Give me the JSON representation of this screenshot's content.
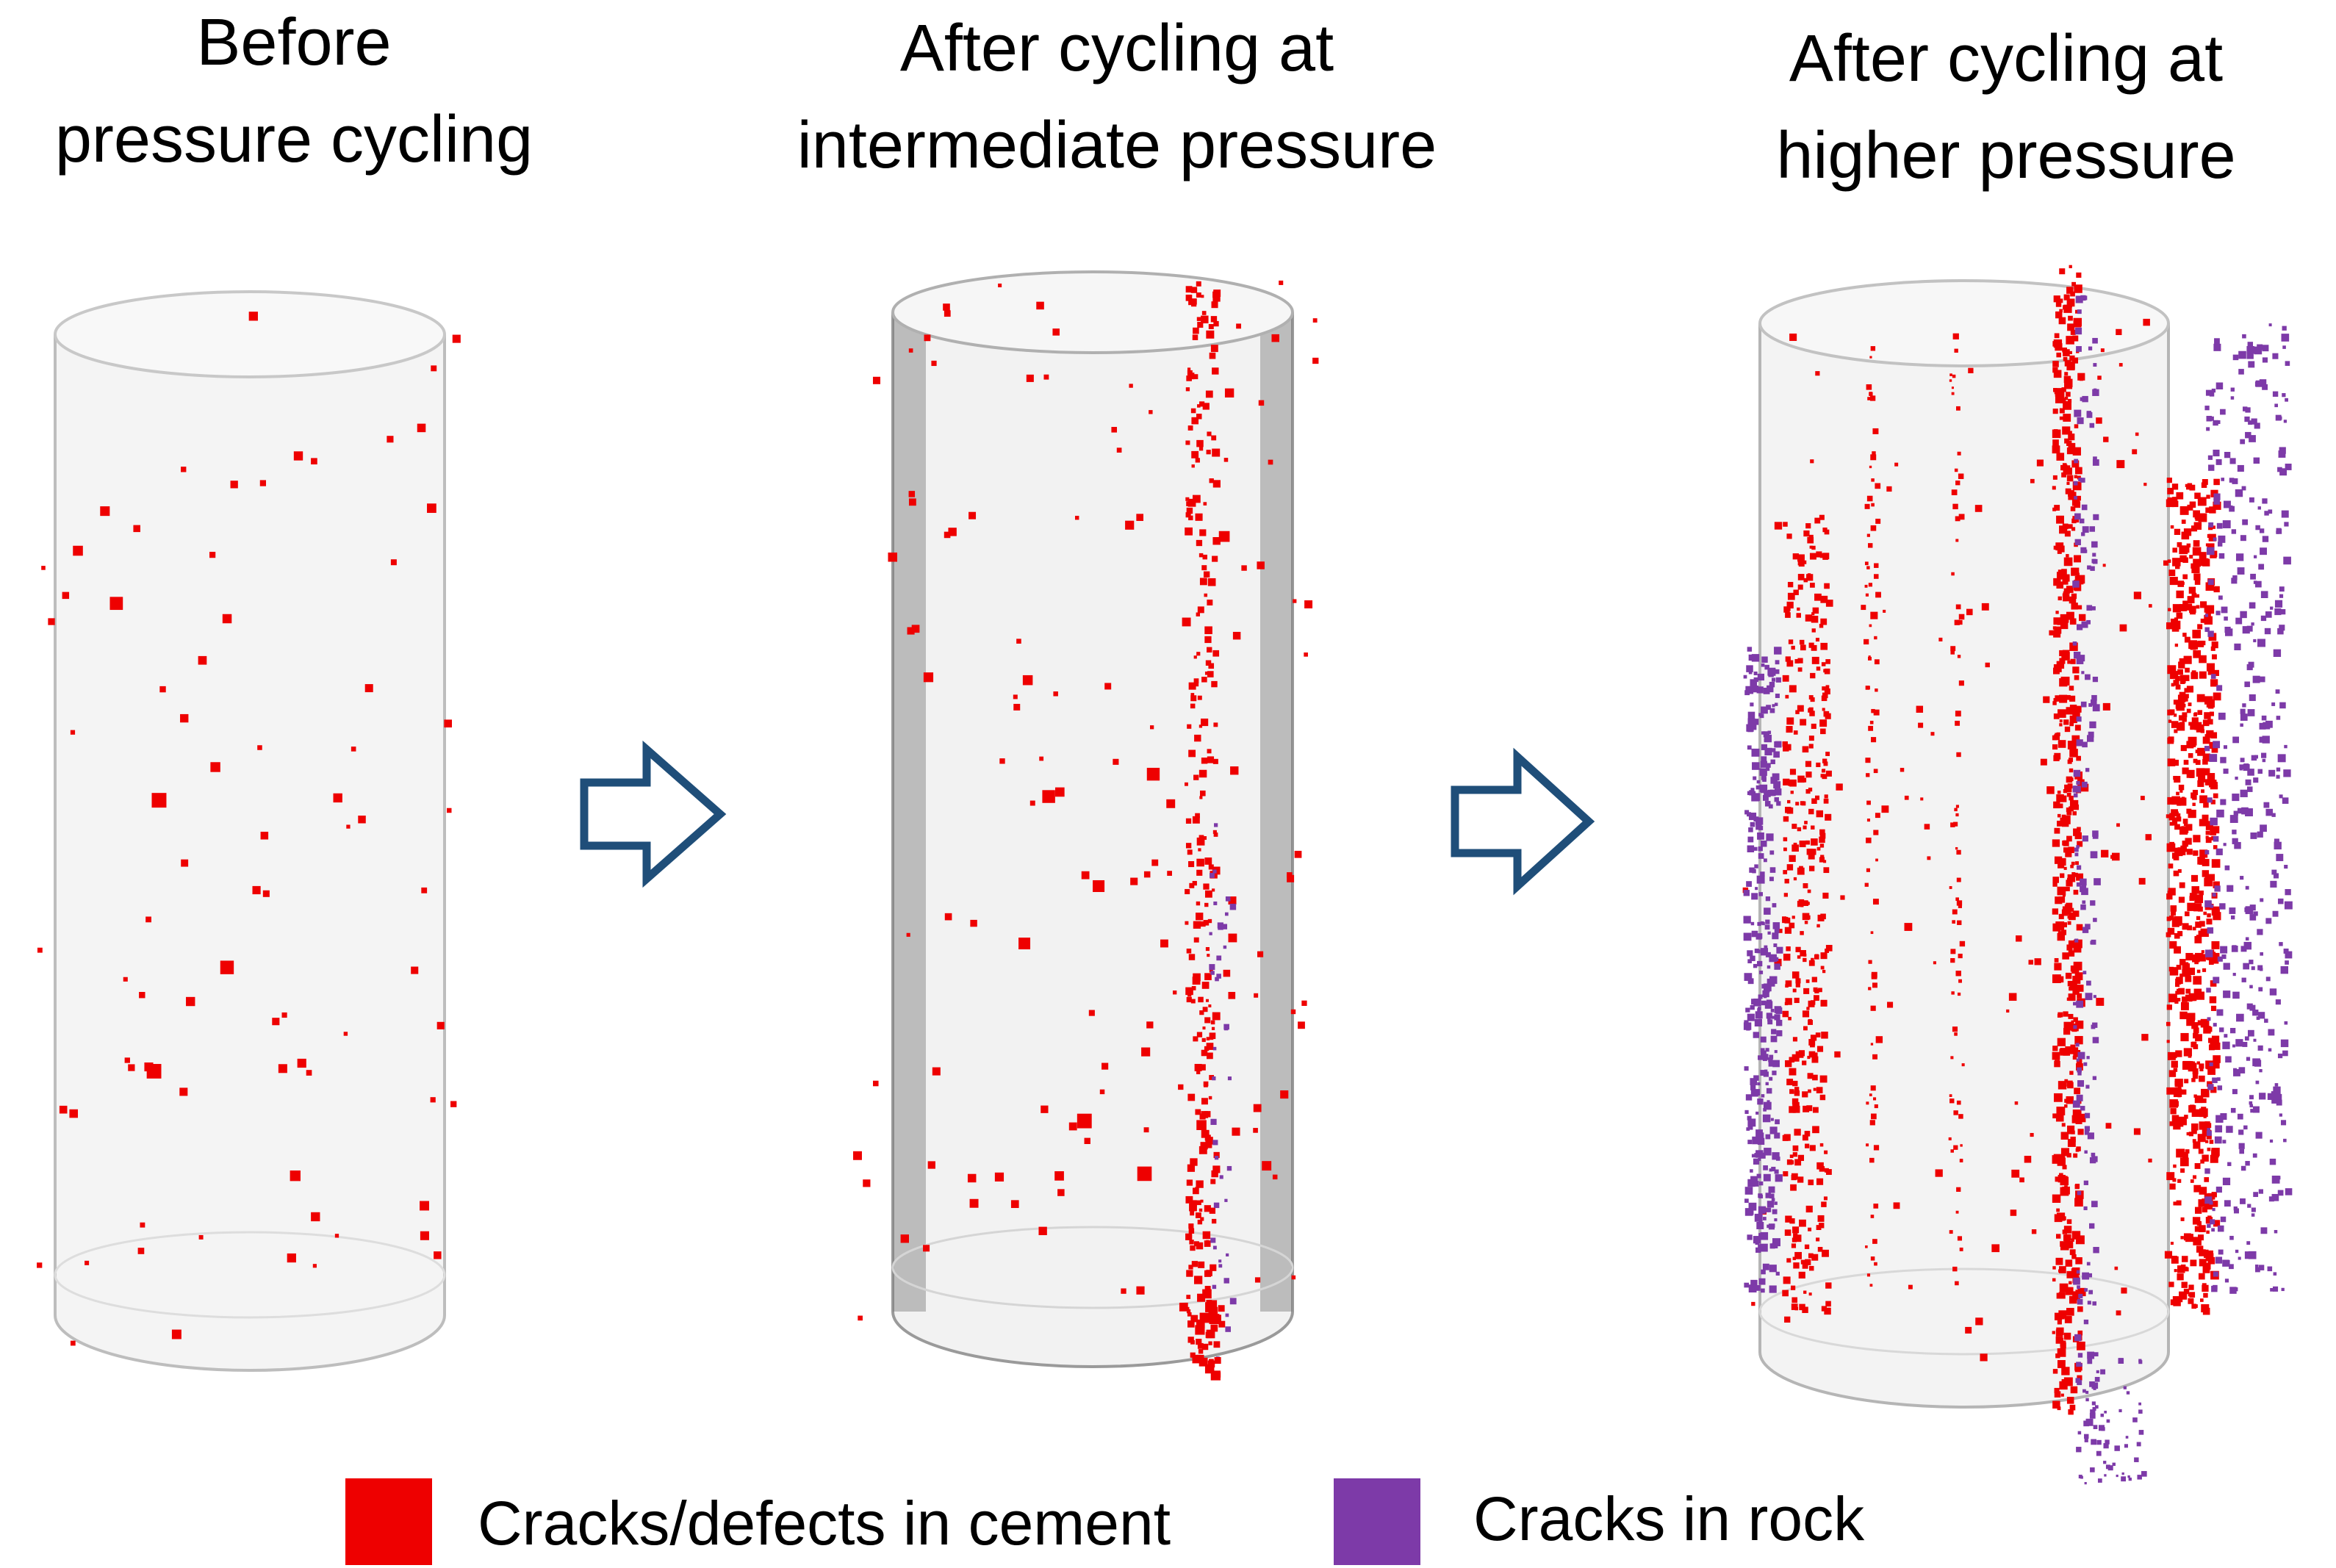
{
  "titles": {
    "before": [
      "Before",
      "pressure cycling"
    ],
    "intermediate": [
      "After cycling at",
      "intermediate pressure"
    ],
    "higher": [
      "After cycling at",
      "higher pressure"
    ]
  },
  "legend": [
    {
      "label": "Cracks/defects  in cement",
      "color": "#ee0000"
    },
    {
      "label": "Cracks in rock",
      "color": "#7d3aa8"
    }
  ],
  "colors": {
    "arrow": "#1f4e79",
    "cylinder": "#cfcfcf",
    "cylinder_dense": "#555555"
  }
}
